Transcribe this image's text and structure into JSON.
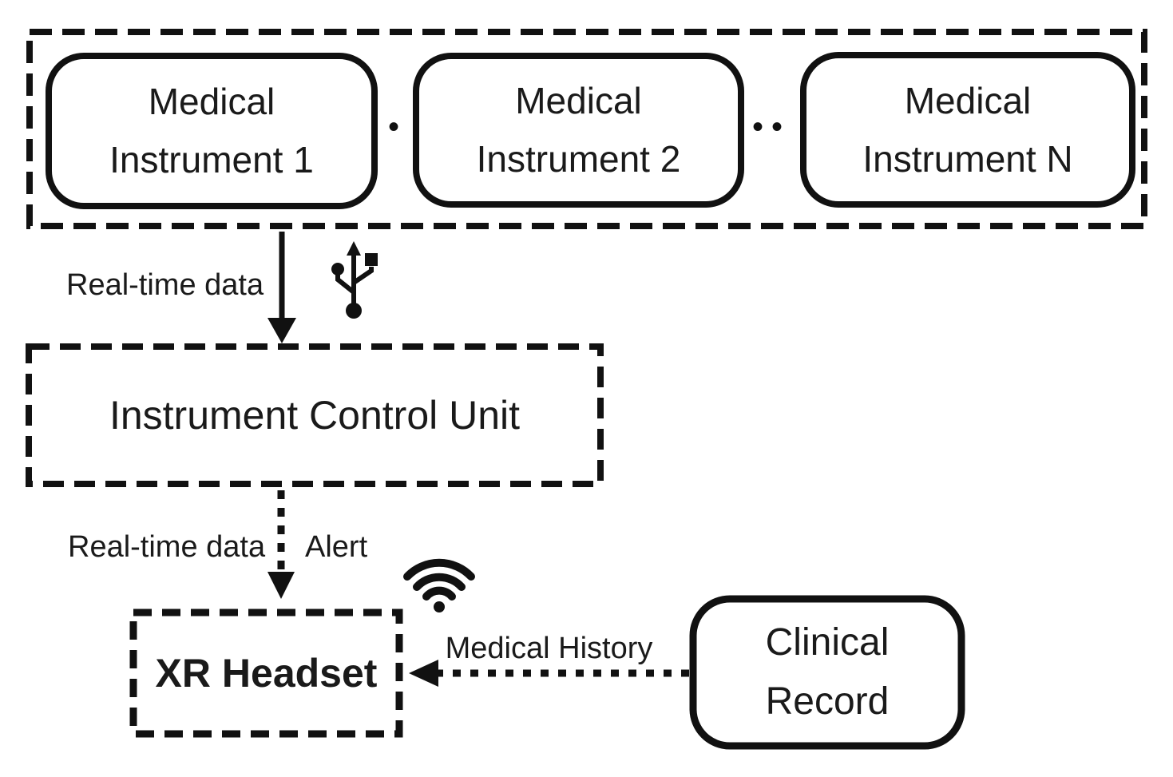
{
  "colors": {
    "stroke": "#111111",
    "text": "#1a1a1a",
    "background": "#ffffff"
  },
  "instruments_group": {
    "box1": {
      "line1": "Medical",
      "line2": "Instrument 1"
    },
    "box2": {
      "line1": "Medical",
      "line2": "Instrument 2"
    },
    "boxN": {
      "line1": "Medical",
      "line2": "Instrument N"
    },
    "ellipsis_single": "•",
    "ellipsis_double": "••"
  },
  "control_unit": {
    "label": "Instrument Control Unit"
  },
  "xr_headset": {
    "label": "XR Headset"
  },
  "clinical_record": {
    "line1": "Clinical",
    "line2": "Record"
  },
  "connections": {
    "instruments_to_icu": {
      "label": "Real-time data",
      "icon": "usb-icon",
      "style": "solid-arrow"
    },
    "icu_to_xr": {
      "label_left": "Real-time data",
      "label_right": "Alert",
      "icon": "wifi-icon",
      "style": "dotted-arrow"
    },
    "clinical_to_xr": {
      "label": "Medical History",
      "style": "dotted-arrow"
    }
  }
}
